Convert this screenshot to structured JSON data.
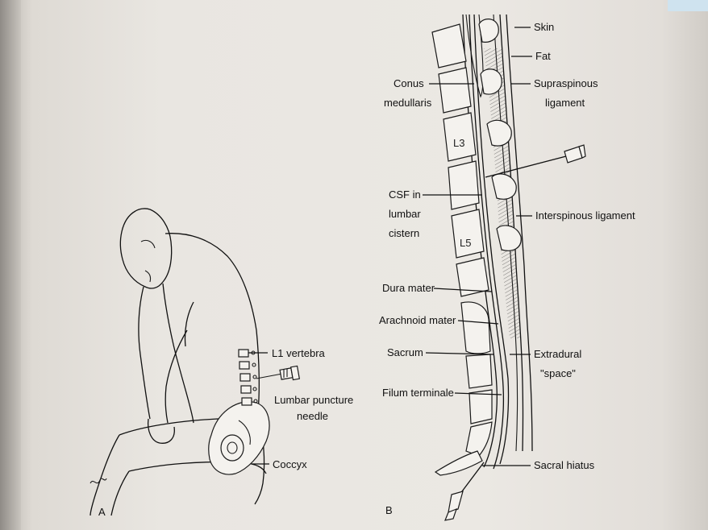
{
  "panels": {
    "a": "A",
    "b": "B"
  },
  "figure_a": {
    "labels": {
      "l1_vertebra": "L1 vertebra",
      "needle_line1": "Lumbar puncture",
      "needle_line2": "needle",
      "coccyx": "Coccyx"
    }
  },
  "figure_b": {
    "vertebra_labels": {
      "l3": "L3",
      "l5": "L5"
    },
    "left_labels": {
      "conus_line1": "Conus",
      "conus_line2": "medullaris",
      "csf_line1": "CSF in",
      "csf_line2": "lumbar",
      "csf_line3": "cistern",
      "dura": "Dura mater",
      "arachnoid": "Arachnoid mater",
      "sacrum": "Sacrum",
      "filum": "Filum terminale"
    },
    "right_labels": {
      "skin": "Skin",
      "fat": "Fat",
      "supraspinous_line1": "Supraspinous",
      "supraspinous_line2": "ligament",
      "interspinous": "Interspinous ligament",
      "extradural_line1": "Extradural",
      "extradural_line2": "\"space\"",
      "sacral_hiatus": "Sacral hiatus"
    }
  }
}
